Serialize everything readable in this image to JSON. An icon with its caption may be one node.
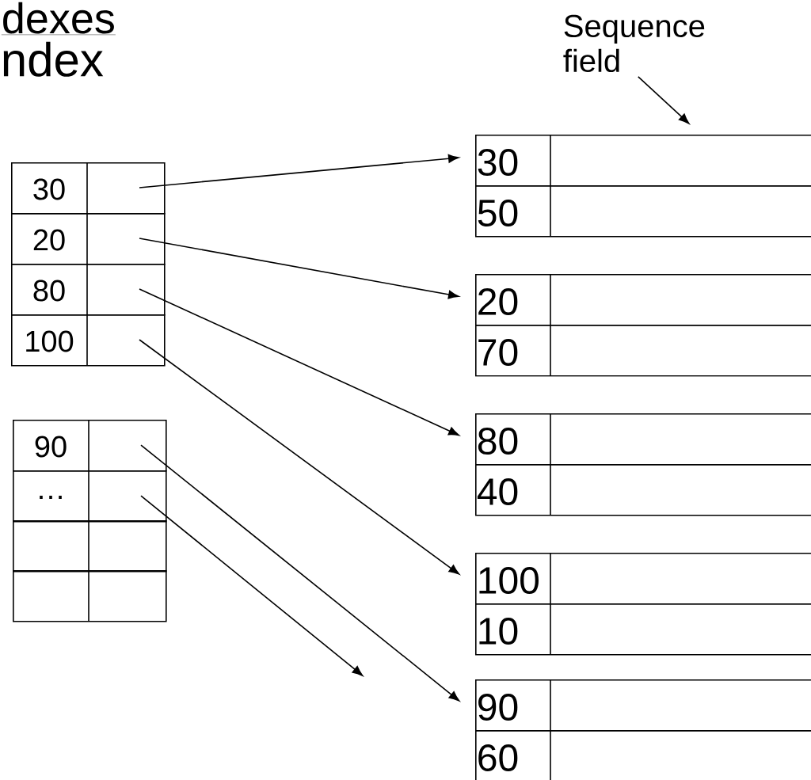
{
  "diagram": {
    "title": "dexes",
    "nodes": [
      {
        "text": [
          "30"
        ]
      },
      {
        "text": [
          "20"
        ]
      },
      {
        "text": [
          "80"
        ]
      },
      {
        "text": [
          "100"
        ]
      },
      {
        "text": [
          "90"
        ]
      },
      {
        "text": [
          "…"
        ]
      },
      {
        "text": [],
        "shape": "box"
      },
      {
        "text": [],
        "shape": "box"
      },
      {
        "text": [
          "30"
        ]
      },
      {
        "text": [
          "50"
        ]
      },
      {
        "text": [
          "20"
        ]
      },
      {
        "text": [
          "70"
        ]
      },
      {
        "text": [
          "80"
        ]
      },
      {
        "text": [
          "40"
        ]
      },
      {
        "text": [
          "100"
        ]
      },
      {
        "text": [
          "10"
        ]
      },
      {
        "text": [
          "90"
        ]
      },
      {
        "text": [
          "60"
        ]
      },
      {
        "text": [
          "Sequence field"
        ]
      }
    ],
    "edges": [
      {
        "from": 0,
        "to": 8,
        "arrow": "to"
      },
      {
        "from": 1,
        "to": 10,
        "arrow": "to"
      },
      {
        "from": 2,
        "to": 12,
        "arrow": "to"
      },
      {
        "from": 3,
        "to": 14,
        "arrow": "to"
      },
      {
        "from": 4,
        "to": 16,
        "arrow": "to"
      },
      {
        "from": 5,
        "to": null,
        "arrow": "to"
      },
      {
        "from": 18,
        "to": 8,
        "arrow": "to"
      }
    ],
    "labels": [
      "ndex"
    ]
  }
}
